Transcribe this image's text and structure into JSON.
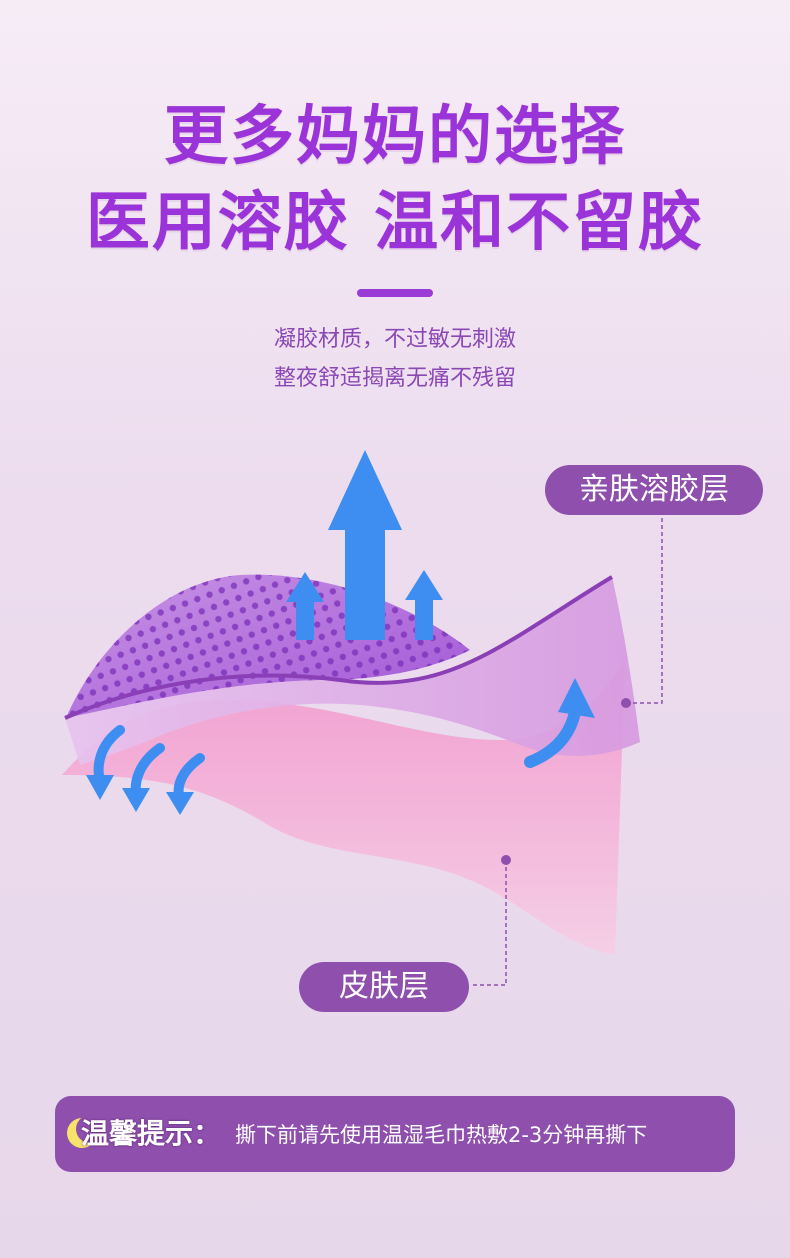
{
  "headline": {
    "line1": "更多妈妈的选择",
    "line2": "医用溶胶 温和不留胶"
  },
  "subtitle": {
    "line1": "凝胶材质，不过敏无刺激",
    "line2": "整夜舒适揭离无痛不残留"
  },
  "labels": {
    "gel_layer": "亲肤溶胶层",
    "skin_layer": "皮肤层"
  },
  "tip": {
    "label": "温馨提示：",
    "text": "撕下前请先使用温湿毛巾热敷2-3分钟再撕下"
  },
  "icons": [
    "arrow-up-icon",
    "curved-arrow-icon",
    "moon-icon"
  ],
  "colors": {
    "title_purple": "#9b34d8",
    "label_bg": "#8e4fad",
    "arrow_blue": "#3d8ef0",
    "gel_purple": "#b06ad8",
    "skin_pink": "#f0a9d3"
  }
}
